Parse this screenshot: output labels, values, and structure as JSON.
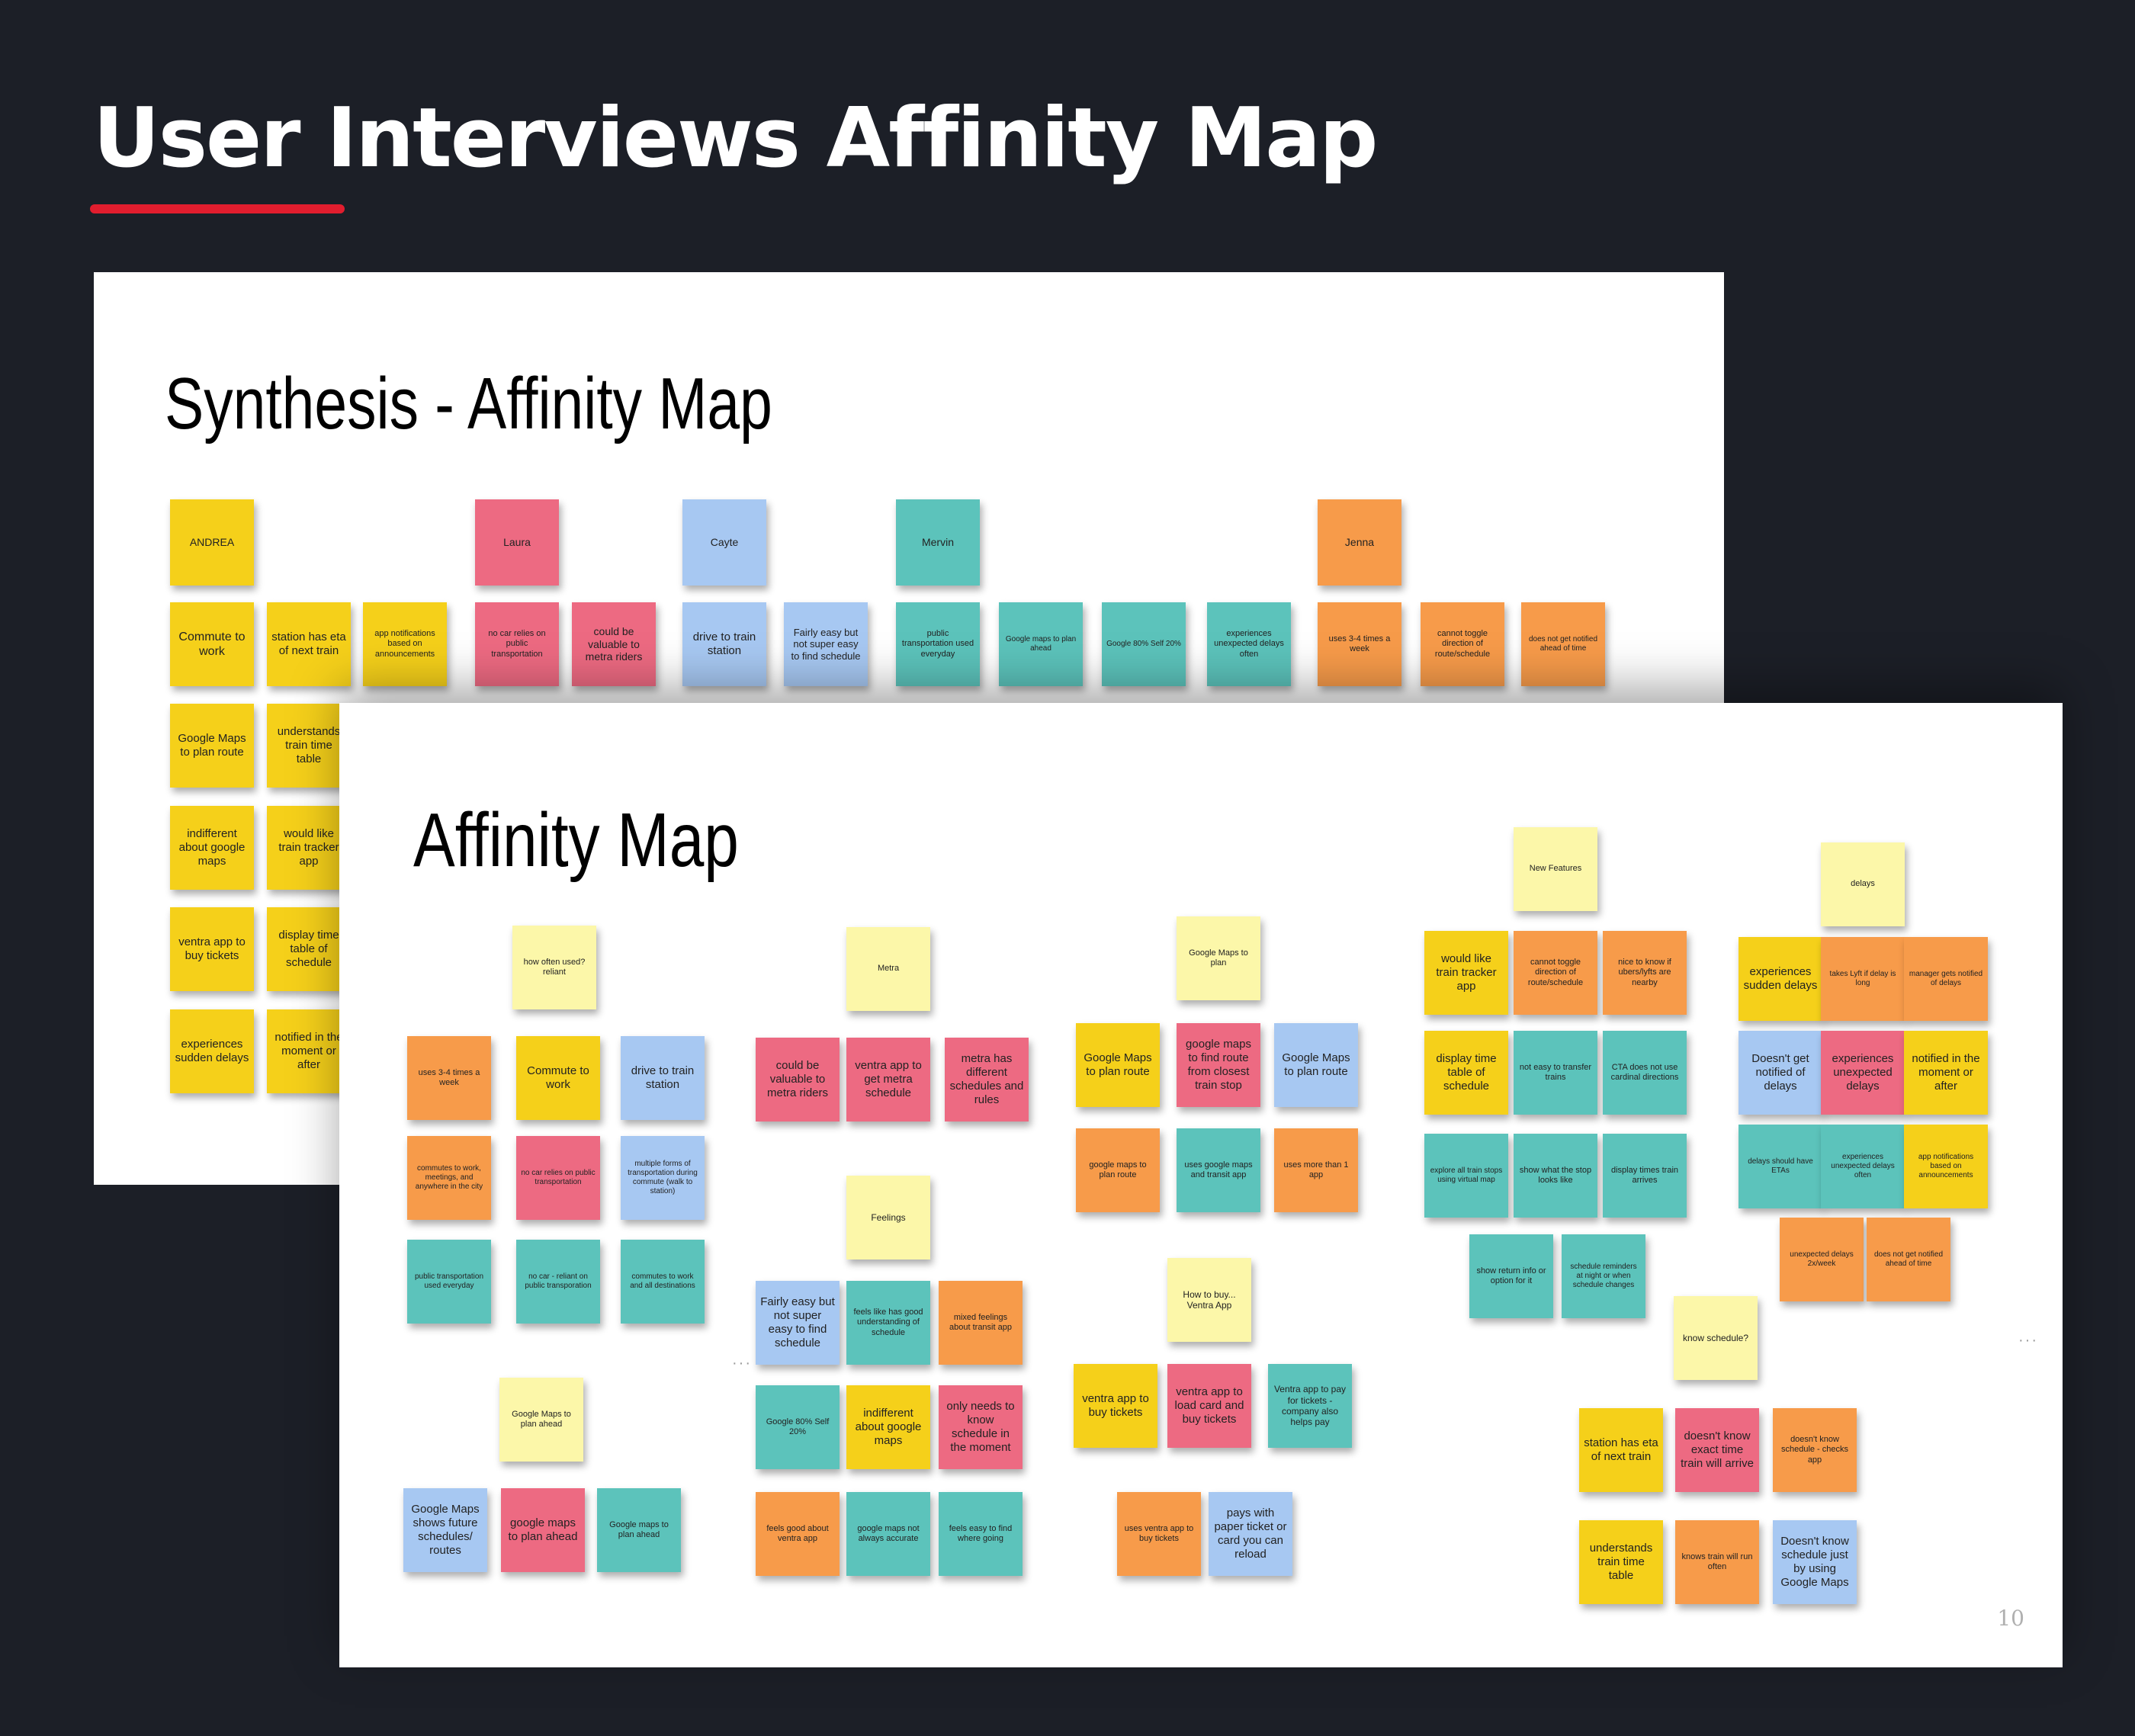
{
  "page_title": "User Interviews Affinity Map",
  "colors": {
    "background": "#1c1f27",
    "accent": "#e11d2e",
    "yellow": "#f5d01a",
    "pink": "#ed6a82",
    "blue": "#a7c8f2",
    "teal": "#5cc3bb",
    "orange": "#f79b4a",
    "light_yellow": "#fcf7a9"
  },
  "back_slide": {
    "title": "Synthesis - Affinity Map",
    "notes": [
      {
        "text": "ANDREA",
        "color": "yellow"
      },
      {
        "text": "Laura",
        "color": "pink"
      },
      {
        "text": "Cayte",
        "color": "blue"
      },
      {
        "text": "Mervin",
        "color": "teal"
      },
      {
        "text": "Jenna",
        "color": "orange"
      },
      {
        "text": "Commute to work",
        "color": "yellow"
      },
      {
        "text": "station has eta of next train",
        "color": "yellow"
      },
      {
        "text": "app notifications based on announcements",
        "color": "yellow"
      },
      {
        "text": "no car relies on public transportation",
        "color": "pink"
      },
      {
        "text": "could be valuable to metra riders",
        "color": "pink"
      },
      {
        "text": "drive to train station",
        "color": "blue"
      },
      {
        "text": "Fairly easy but not super easy to find schedule",
        "color": "blue"
      },
      {
        "text": "public transportation used everyday",
        "color": "teal"
      },
      {
        "text": "Google maps to plan ahead",
        "color": "teal"
      },
      {
        "text": "Google 80% Self 20%",
        "color": "teal"
      },
      {
        "text": "experiences unexpected delays often",
        "color": "teal"
      },
      {
        "text": "uses 3-4 times a week",
        "color": "orange"
      },
      {
        "text": "cannot toggle direction of route/schedule",
        "color": "orange"
      },
      {
        "text": "does not get notified ahead of time",
        "color": "orange"
      },
      {
        "text": "Google Maps to plan route",
        "color": "yellow"
      },
      {
        "text": "understands train time table",
        "color": "yellow"
      },
      {
        "text": "indifferent about google maps",
        "color": "yellow"
      },
      {
        "text": "would like train tracker app",
        "color": "yellow"
      },
      {
        "text": "ventra app to buy tickets",
        "color": "yellow"
      },
      {
        "text": "display time table of schedule",
        "color": "yellow"
      },
      {
        "text": "experiences sudden delays",
        "color": "yellow"
      },
      {
        "text": "notified in the moment or after",
        "color": "yellow"
      }
    ]
  },
  "front_slide": {
    "title": "Affinity Map",
    "page_number": "10",
    "notes": [
      {
        "text": "how often used? reliant",
        "color": "light_yellow"
      },
      {
        "text": "uses 3-4 times a week",
        "color": "orange"
      },
      {
        "text": "Commute to work",
        "color": "yellow"
      },
      {
        "text": "drive to train station",
        "color": "blue"
      },
      {
        "text": "commutes to work, meetings, and anywhere in the city",
        "color": "orange"
      },
      {
        "text": "no car relies on public transportation",
        "color": "pink"
      },
      {
        "text": "multiple forms of transportation during commute (walk to station)",
        "color": "blue"
      },
      {
        "text": "public transportation used everyday",
        "color": "teal"
      },
      {
        "text": "no car - reliant on public transporation",
        "color": "teal"
      },
      {
        "text": "commutes to work and all destinations",
        "color": "teal"
      },
      {
        "text": "Google Maps to plan ahead",
        "color": "light_yellow"
      },
      {
        "text": "Google Maps shows future schedules/ routes",
        "color": "blue"
      },
      {
        "text": "google maps to plan ahead",
        "color": "pink"
      },
      {
        "text": "Google maps to plan ahead",
        "color": "teal"
      },
      {
        "text": "Metra",
        "color": "light_yellow"
      },
      {
        "text": "could be valuable to metra riders",
        "color": "pink"
      },
      {
        "text": "ventra app to get metra schedule",
        "color": "pink"
      },
      {
        "text": "metra has different schedules and rules",
        "color": "pink"
      },
      {
        "text": "Feelings",
        "color": "light_yellow"
      },
      {
        "text": "Fairly easy but not super easy to find schedule",
        "color": "blue"
      },
      {
        "text": "feels like has good understanding of schedule",
        "color": "teal"
      },
      {
        "text": "mixed feelings about transit app",
        "color": "orange"
      },
      {
        "text": "Google 80% Self 20%",
        "color": "teal"
      },
      {
        "text": "indifferent about google maps",
        "color": "yellow"
      },
      {
        "text": "only needs to know schedule in the moment",
        "color": "pink"
      },
      {
        "text": "feels good about ventra app",
        "color": "orange"
      },
      {
        "text": "google maps not always accurate",
        "color": "teal"
      },
      {
        "text": "feels easy to find where going",
        "color": "teal"
      },
      {
        "text": "Google Maps to plan",
        "color": "light_yellow"
      },
      {
        "text": "Google Maps to plan route",
        "color": "yellow"
      },
      {
        "text": "google maps to find route from closest train stop",
        "color": "pink"
      },
      {
        "text": "Google Maps to plan route",
        "color": "blue"
      },
      {
        "text": "google maps to plan route",
        "color": "orange"
      },
      {
        "text": "uses google maps and transit app",
        "color": "teal"
      },
      {
        "text": "uses more than 1 app",
        "color": "orange"
      },
      {
        "text": "How to buy... Ventra App",
        "color": "light_yellow"
      },
      {
        "text": "ventra app to buy tickets",
        "color": "yellow"
      },
      {
        "text": "ventra app to load card and buy tickets",
        "color": "pink"
      },
      {
        "text": "Ventra app to pay for tickets - company also helps pay",
        "color": "teal"
      },
      {
        "text": "uses ventra app to buy tickets",
        "color": "orange"
      },
      {
        "text": "pays with paper ticket or card you can reload",
        "color": "blue"
      },
      {
        "text": "New Features",
        "color": "light_yellow"
      },
      {
        "text": "would like train tracker app",
        "color": "yellow"
      },
      {
        "text": "cannot toggle direction of route/schedule",
        "color": "orange"
      },
      {
        "text": "nice to know if ubers/lyfts are nearby",
        "color": "orange"
      },
      {
        "text": "display time table of schedule",
        "color": "yellow"
      },
      {
        "text": "not easy to transfer trains",
        "color": "teal"
      },
      {
        "text": "CTA does not use cardinal directions",
        "color": "teal"
      },
      {
        "text": "explore all train stops using virtual map",
        "color": "teal"
      },
      {
        "text": "show what the stop looks like",
        "color": "teal"
      },
      {
        "text": "display times train arrives",
        "color": "teal"
      },
      {
        "text": "show return info or option for it",
        "color": "teal"
      },
      {
        "text": "schedule reminders at night or when schedule changes",
        "color": "teal"
      },
      {
        "text": "delays",
        "color": "light_yellow"
      },
      {
        "text": "experiences sudden delays",
        "color": "yellow"
      },
      {
        "text": "takes Lyft if delay is long",
        "color": "orange"
      },
      {
        "text": "manager gets notified of delays",
        "color": "orange"
      },
      {
        "text": "Doesn't get notified of delays",
        "color": "blue"
      },
      {
        "text": "experiences unexpected delays",
        "color": "pink"
      },
      {
        "text": "notified in the moment or after",
        "color": "yellow"
      },
      {
        "text": "delays should have ETAs",
        "color": "teal"
      },
      {
        "text": "experiences unexpected delays often",
        "color": "teal"
      },
      {
        "text": "app notifications based on announcements",
        "color": "yellow"
      },
      {
        "text": "unexpected delays 2x/week",
        "color": "orange"
      },
      {
        "text": "does not get notified ahead of time",
        "color": "orange"
      },
      {
        "text": "know schedule?",
        "color": "light_yellow"
      },
      {
        "text": "station has eta of next train",
        "color": "yellow"
      },
      {
        "text": "doesn't know exact time train will arrive",
        "color": "pink"
      },
      {
        "text": "doesn't know schedule - checks app",
        "color": "orange"
      },
      {
        "text": "understands train time table",
        "color": "yellow"
      },
      {
        "text": "knows train will run often",
        "color": "orange"
      },
      {
        "text": "Doesn't know schedule just by using Google Maps",
        "color": "blue"
      }
    ]
  }
}
